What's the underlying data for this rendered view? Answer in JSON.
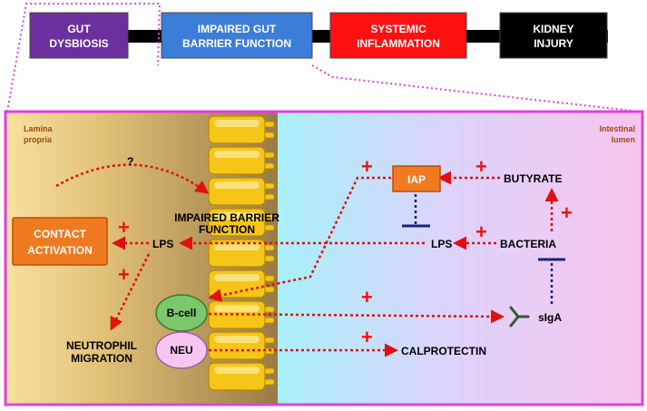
{
  "pathway": [
    {
      "label_lines": [
        "GUT",
        "DYSBIOSIS"
      ],
      "color": "#6b2f9e"
    },
    {
      "label_lines": [
        "IMPAIRED GUT",
        "BARRIER FUNCTION"
      ],
      "color": "#3b7dd8"
    },
    {
      "label_lines": [
        "SYSTEMIC",
        "INFLAMMATION"
      ],
      "color": "#ff1010"
    },
    {
      "label_lines": [
        "KIDNEY",
        "INJURY"
      ],
      "color": "#000000"
    }
  ],
  "regions": {
    "lamina_propria": [
      "Lamina",
      "propria"
    ],
    "intestinal_lumen": [
      "Intestinal",
      "lumen"
    ]
  },
  "nodes": {
    "contact_activation": [
      "CONTACT",
      "ACTIVATION"
    ],
    "lps_left": "LPS",
    "impaired_barrier": [
      "IMPAIRED BARRIER",
      "FUNCTION"
    ],
    "neutrophil_migration": [
      "NEUTROPHIL",
      "MIGRATION"
    ],
    "question": "?",
    "b_cell": "B-cell",
    "neu": "NEU",
    "iap": "IAP",
    "lps_right": "LPS",
    "butyrate": "BUTYRATE",
    "bacteria": "BACTERIA",
    "siga": "sIgA",
    "calprotectin": "CALPROTECTIN"
  },
  "plus_sign": "+",
  "colors": {
    "frame": "#e040e0",
    "arrow": "#e01010",
    "inhibit": "#1a237e",
    "orange_box": "#f07a20",
    "bcell_fill": "#7bc86c",
    "neu_fill": "#f7c6f0",
    "cell_fill": "#f5c518"
  }
}
